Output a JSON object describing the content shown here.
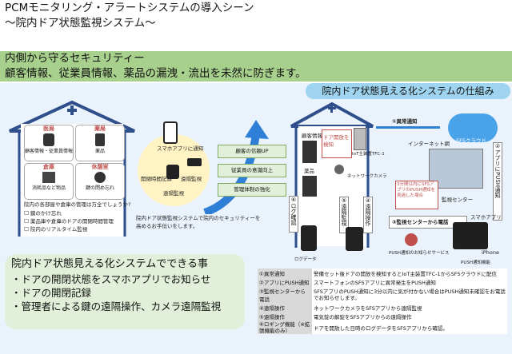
{
  "header": {
    "title_line1": "PCMモニタリング・アラートシステムの導入シーン",
    "title_line2": "～院内ドア状態監視システム～"
  },
  "band": {
    "line1": "内側から守るセキュリティー",
    "line2": "顧客情報、従業員情報、薬品の漏洩・流出を未然に防ぎます。"
  },
  "system_pill": "院内ドア状態見える化システムの仕組み",
  "rooms": [
    {
      "title": "医局",
      "caption": "顧客情報・従業員情報"
    },
    {
      "title": "薬局",
      "caption": "薬品"
    },
    {
      "title": "倉庫",
      "caption": "消耗品など物品"
    },
    {
      "title": "休憩室",
      "caption": "鍵の閉め忘れ"
    }
  ],
  "question": "院内の各部屋や倉庫の管理は万全でしょうか?",
  "checklist": [
    "鍵のかけ忘れ",
    "薬品庫や倉庫のドアの開閉時間管理",
    "院内のリアルタイム監視"
  ],
  "circle_labels": {
    "app": "スマホアプリに通知",
    "open_close": "開閉時間記録",
    "remote": "遠隔監視",
    "camera": "遠隔監視"
  },
  "green_boxes": [
    "顧客の信頼UP",
    "従業員の意識向上",
    "管理体制の強化"
  ],
  "support_text": "院内ドア状態監視システムで院内のセキュリティーを高めるお手伝いをします。",
  "diagram": {
    "step1": "①異常通知",
    "step2": "②アプリにPUSH通知",
    "step3": "③監視センターから電話",
    "step4": "④遠隔操作",
    "step5": "⑤遠隔監視",
    "step6": "⑥ログ確認",
    "door_label": "ドア開放を検知",
    "iot_label": "IoT主装置TFC-1",
    "internet": "インターネット網",
    "cloud": "SFSクラウド",
    "camera": "ネットワークカメラ",
    "center": "監視センター",
    "app_label": "スマホアプリ",
    "iphone": "iPhone",
    "room_info": "顧客情報",
    "room_drug": "薬品",
    "log": "ログデータ",
    "notice_text": "3分間以内にSFSアプリのPUSH通知を見過した場合",
    "call_service": "PUSH通知のお知らせサービス",
    "push_func": "PUSH通知機能"
  },
  "bottom": {
    "heading": "院内ドア状態見える化システムでできる事",
    "items": [
      "・ドアの開閉状態をスマホアプリでお知らせ",
      "・ドアの開閉記録",
      "・管理者による鍵の遠隔操作、カメラ遠隔監視"
    ]
  },
  "table": [
    {
      "k": "①異常通知",
      "v": "警備セット後ドアの開放を検知するとIoT主装置TFC-1からSFSクラウドに配信"
    },
    {
      "k": "②アプリにPUSH通知",
      "v": "スマートフォンのSFSアプリに異常発生をPUSH通知"
    },
    {
      "k": "③監視センターから電話",
      "v": "SFSアプリのPUSH通知に3分以内に気が付かない場合はPUSH通知未確認をお電話でお知らせします。"
    },
    {
      "k": "④遠隔操作",
      "v": "ネットワークカメラをSFSアプリから遠隔監視"
    },
    {
      "k": "⑤遠隔操作",
      "v": "電気錠の解錠をSFSアプリからの遠隔操作"
    },
    {
      "k": "⑥ロギング機能（※拡張機能のみ）",
      "v": "ドアを開放した日時のログデータをSFSアプリから確認。"
    }
  ],
  "colors": {
    "green": "#a8d08d",
    "light_blue": "#9fd4f0",
    "panel": "#eaf3fb",
    "navy": "#2e4e8c",
    "red": "#c0504d"
  }
}
